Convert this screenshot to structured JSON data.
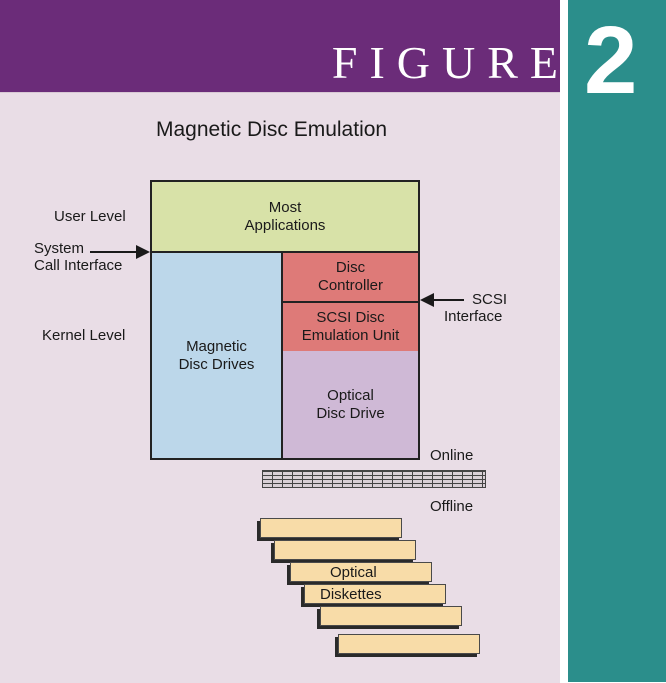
{
  "header": {
    "title": "FIGURE",
    "number": "2"
  },
  "diagram": {
    "title": "Magnetic Disc Emulation",
    "labels": {
      "user_level": "User Level",
      "system_call_line1": "System",
      "system_call_line2": "Call Interface",
      "kernel_level": "Kernel Level",
      "scsi_line1": "SCSI",
      "scsi_line2": "Interface",
      "online": "Online",
      "offline": "Offline"
    },
    "boxes": {
      "applications_line1": "Most",
      "applications_line2": "Applications",
      "magnetic_line1": "Magnetic",
      "magnetic_line2": "Disc Drives",
      "controller_line1": "Disc",
      "controller_line2": "Controller",
      "emulation_line1": "SCSI Disc",
      "emulation_line2": "Emulation Unit",
      "optical_drive_line1": "Optical",
      "optical_drive_line2": "Disc Drive"
    },
    "diskettes": {
      "line1": "Optical",
      "line2": "Diskettes"
    }
  },
  "colors": {
    "header": "#6b2c79",
    "number_box": "#2b8e8b",
    "panel": "#e9dde6",
    "applications": "#d8e2a8",
    "magnetic": "#bcd7ea",
    "controller": "#de7a78",
    "optical_drive": "#cfb9d6",
    "diskette": "#f8dca8"
  }
}
